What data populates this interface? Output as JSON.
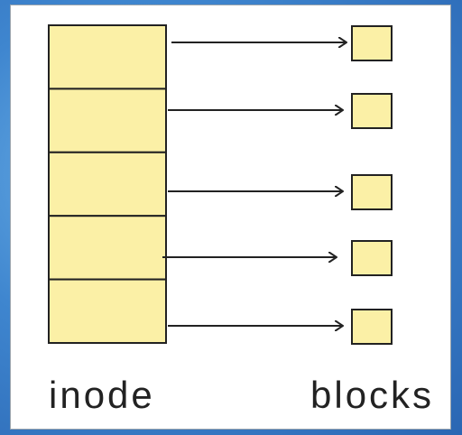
{
  "diagram": {
    "inode_label": "inode",
    "blocks_label": "blocks",
    "inode_slot_count": 5,
    "block_count": 5,
    "colors": {
      "fill": "#fbf0a6",
      "stroke": "#222222",
      "panel": "#ffffff"
    }
  }
}
